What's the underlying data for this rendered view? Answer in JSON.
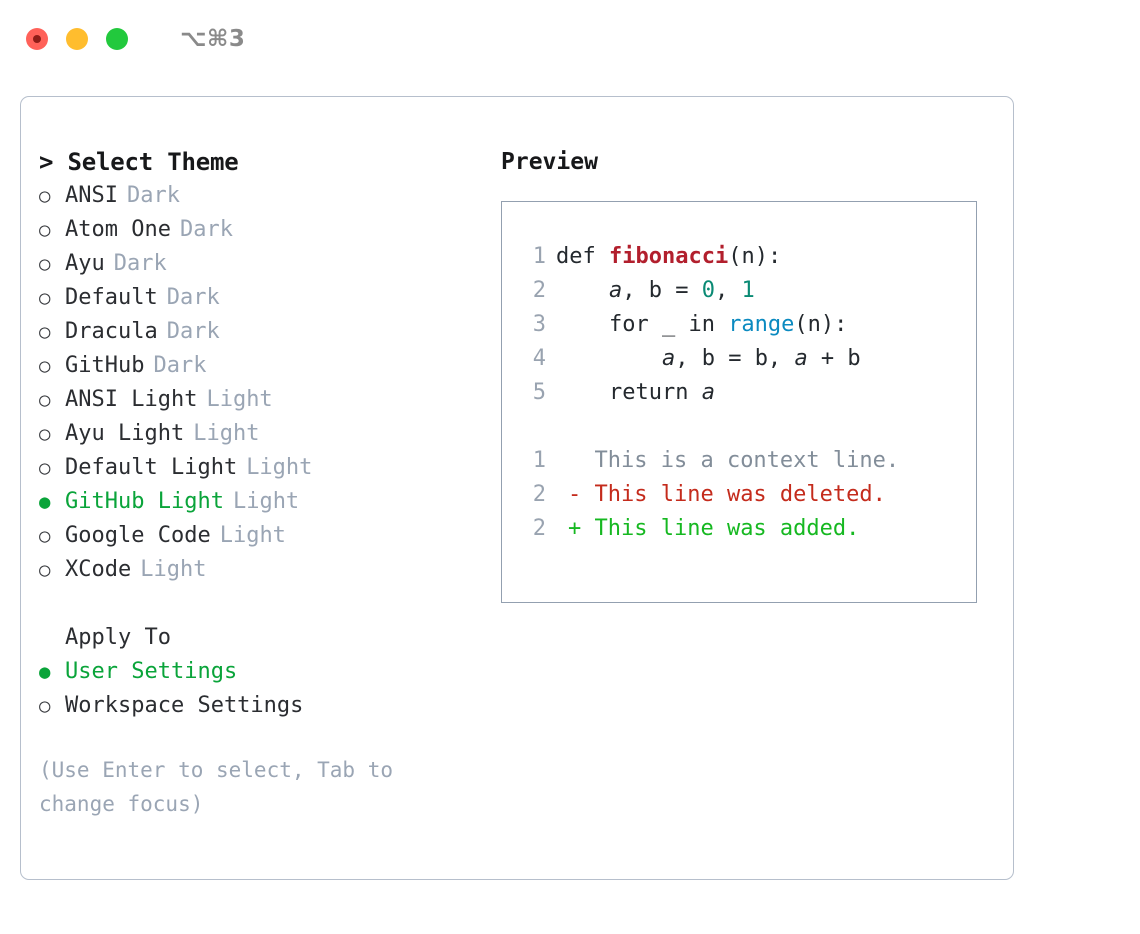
{
  "titlebar": {
    "shortcut": "⌥⌘3",
    "lights": [
      {
        "name": "close",
        "color": "#ff6159"
      },
      {
        "name": "minimize",
        "color": "#ffbd2e"
      },
      {
        "name": "zoom",
        "color": "#22c93d"
      }
    ]
  },
  "theme_picker": {
    "heading": "> Select Theme",
    "bullet_unselected": "○",
    "bullet_selected": "●",
    "items": [
      {
        "label": "ANSI",
        "badge": "Dark",
        "selected": false
      },
      {
        "label": "Atom One",
        "badge": "Dark",
        "selected": false
      },
      {
        "label": "Ayu",
        "badge": "Dark",
        "selected": false
      },
      {
        "label": "Default",
        "badge": "Dark",
        "selected": false
      },
      {
        "label": "Dracula",
        "badge": "Dark",
        "selected": false
      },
      {
        "label": "GitHub",
        "badge": "Dark",
        "selected": false
      },
      {
        "label": "ANSI Light",
        "badge": "Light",
        "selected": false
      },
      {
        "label": "Ayu Light",
        "badge": "Light",
        "selected": false
      },
      {
        "label": "Default Light",
        "badge": "Light",
        "selected": false
      },
      {
        "label": "GitHub Light",
        "badge": "Light",
        "selected": true
      },
      {
        "label": "Google Code",
        "badge": "Light",
        "selected": false
      },
      {
        "label": "XCode",
        "badge": "Light",
        "selected": false
      }
    ]
  },
  "apply_to": {
    "section_label": "Apply To",
    "items": [
      {
        "label": "User Settings",
        "selected": true
      },
      {
        "label": "Workspace Settings",
        "selected": false
      }
    ]
  },
  "help_text": "(Use Enter to select, Tab to change focus)",
  "preview": {
    "title": "Preview",
    "code_lines": [
      {
        "lineno": "1",
        "parts": [
          {
            "text": "def ",
            "type": "plain"
          },
          {
            "text": "fibonacci",
            "type": "fn"
          },
          {
            "text": "(n):",
            "type": "plain"
          }
        ]
      },
      {
        "lineno": "2",
        "parts": [
          {
            "text": "    ",
            "type": "plain"
          },
          {
            "text": "a",
            "type": "var"
          },
          {
            "text": ", ",
            "type": "plain"
          },
          {
            "text": "b",
            "type": "plain"
          },
          {
            "text": " = ",
            "type": "plain"
          },
          {
            "text": "0",
            "type": "num"
          },
          {
            "text": ", ",
            "type": "plain"
          },
          {
            "text": "1",
            "type": "num"
          }
        ]
      },
      {
        "lineno": "3",
        "parts": [
          {
            "text": "    for _ in ",
            "type": "plain"
          },
          {
            "text": "range",
            "type": "blt"
          },
          {
            "text": "(n):",
            "type": "plain"
          }
        ]
      },
      {
        "lineno": "4",
        "parts": [
          {
            "text": "        ",
            "type": "plain"
          },
          {
            "text": "a",
            "type": "var"
          },
          {
            "text": ", b = b, ",
            "type": "plain"
          },
          {
            "text": "a",
            "type": "var"
          },
          {
            "text": " + b",
            "type": "plain"
          }
        ]
      },
      {
        "lineno": "5",
        "parts": [
          {
            "text": "    return ",
            "type": "plain"
          },
          {
            "text": "a",
            "type": "var"
          }
        ]
      }
    ],
    "diff_lines": [
      {
        "lineno": "1",
        "marker": " ",
        "text": " This is a context line.",
        "kind": "context"
      },
      {
        "lineno": "2",
        "marker": "-",
        "text": " This line was deleted.",
        "kind": "deleted"
      },
      {
        "lineno": "2",
        "marker": "+",
        "text": " This line was added.",
        "kind": "added"
      }
    ]
  },
  "colors": {
    "accent_green": "#0aa43a",
    "badge_grey": "#9aa5b4",
    "border": "#b6bfcc",
    "preview_border": "#93a0b0",
    "diff_added": "#16b821",
    "diff_deleted": "#c42b1c",
    "diff_context": "#828d99",
    "syntax_function": "#b21f2d",
    "syntax_number": "#0a8a74",
    "syntax_builtin": "#0b8ac0"
  }
}
